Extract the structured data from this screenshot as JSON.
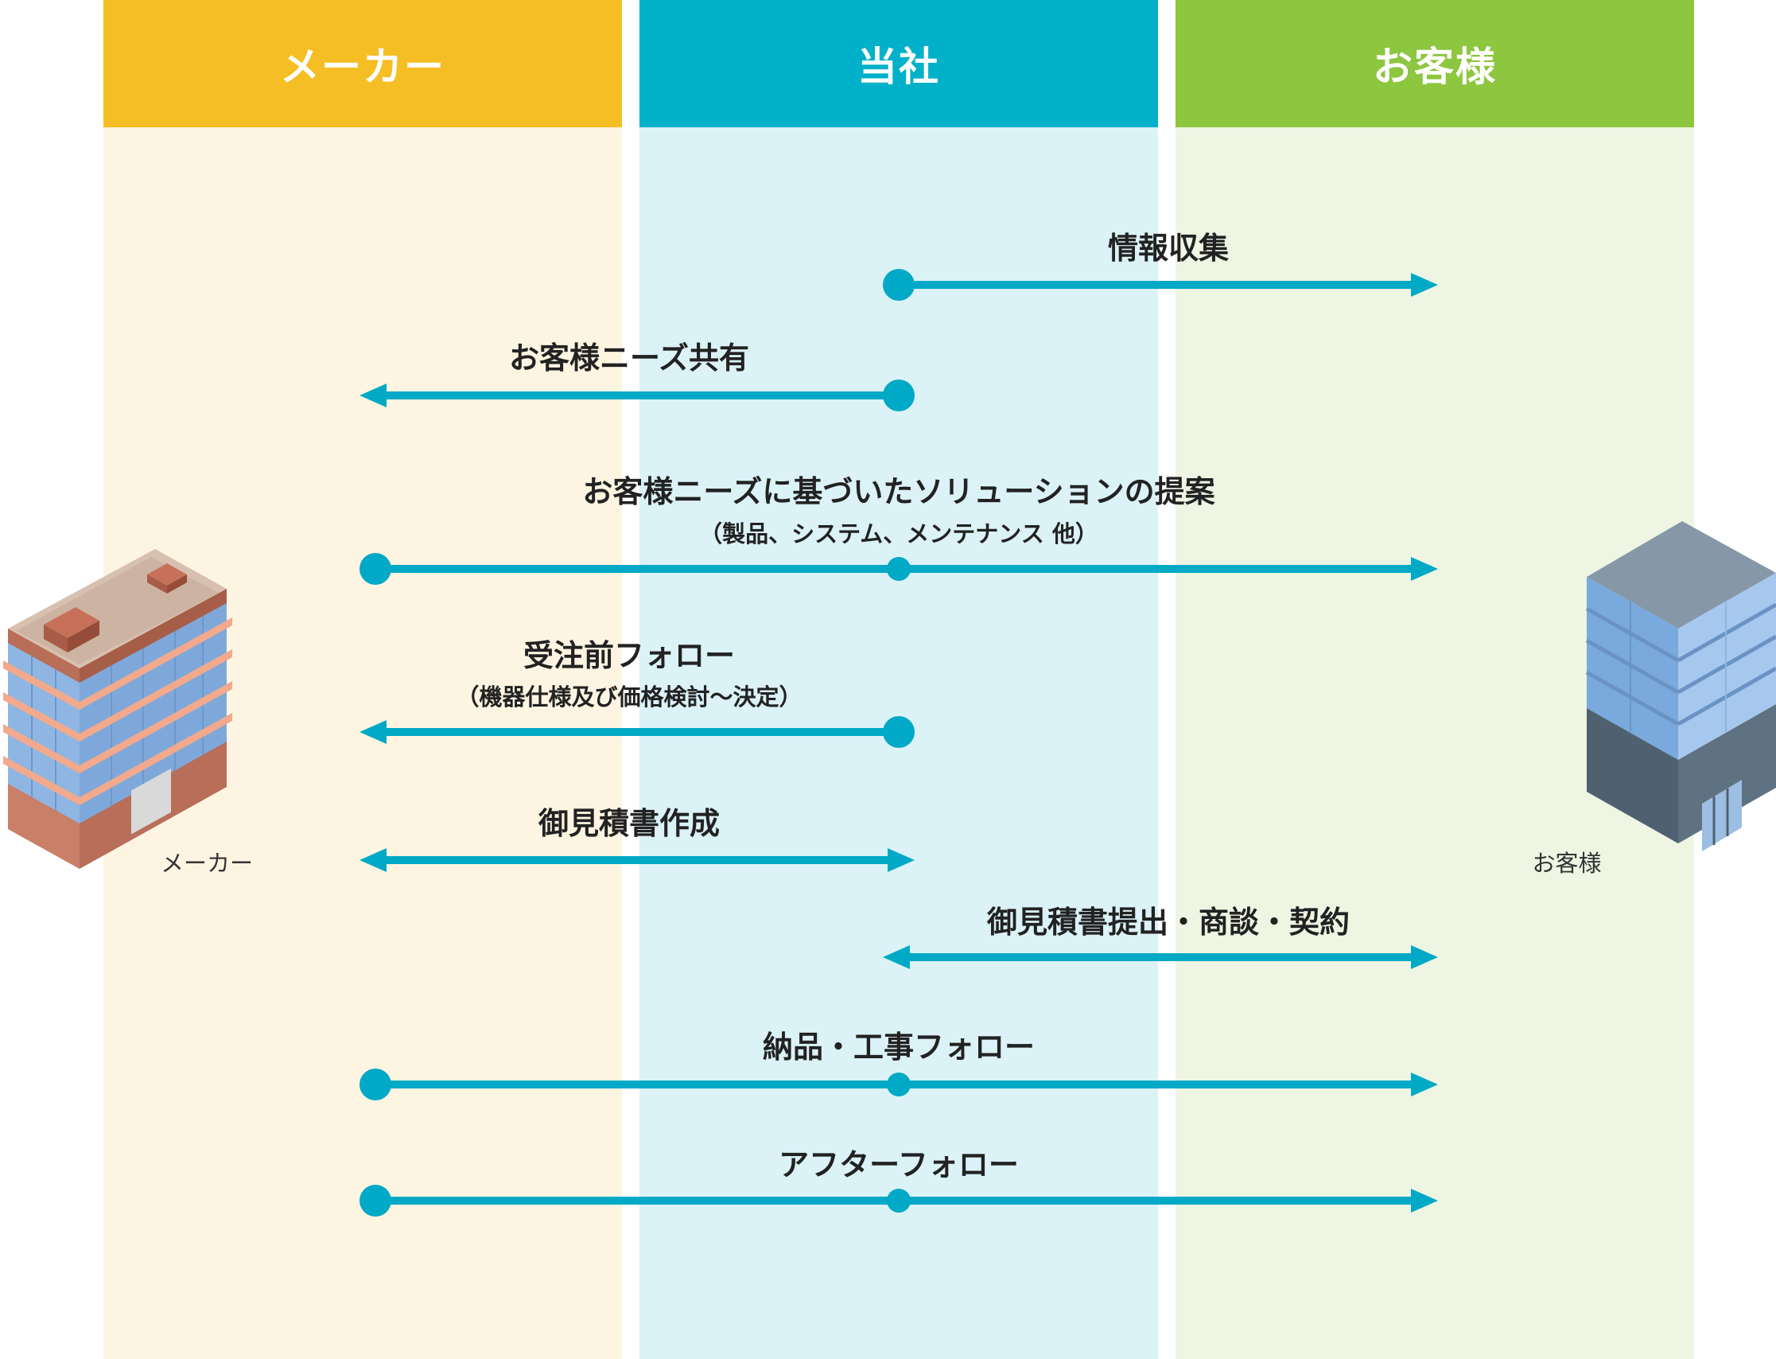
{
  "lanes": [
    {
      "key": "maker",
      "label": "メーカー",
      "header_color": "#F5BE24",
      "body_color": "#FDF5E2"
    },
    {
      "key": "company",
      "label": "当社",
      "header_color": "#00B1C9",
      "body_color": "#DBF2F7"
    },
    {
      "key": "customer",
      "label": "お客様",
      "header_color": "#8DC63F",
      "body_color": "#EEF5E3"
    }
  ],
  "arrow_color": "#00A9C5",
  "steps": [
    {
      "label": "情報収集",
      "sub": "",
      "from": "company",
      "to": "customer",
      "bidirectional": false
    },
    {
      "label": "お客様ニーズ共有",
      "sub": "",
      "from": "company",
      "to": "maker",
      "bidirectional": false
    },
    {
      "label": "お客様ニーズに基づいたソリューションの提案",
      "sub": "（製品、システム、メンテナンス 他）",
      "from": "maker",
      "to": "customer",
      "bidirectional": false
    },
    {
      "label": "受注前フォロー",
      "sub": "（機器仕様及び価格検討〜決定）",
      "from": "company",
      "to": "maker",
      "bidirectional": false
    },
    {
      "label": "御見積書作成",
      "sub": "",
      "from": "maker",
      "to": "company",
      "bidirectional": true
    },
    {
      "label": "御見積書提出・商談・契約",
      "sub": "",
      "from": "company",
      "to": "customer",
      "bidirectional": true
    },
    {
      "label": "納品・工事フォロー",
      "sub": "",
      "from": "maker",
      "to": "customer",
      "bidirectional": false
    },
    {
      "label": "アフターフォロー",
      "sub": "",
      "from": "maker",
      "to": "customer",
      "bidirectional": false
    }
  ],
  "buildings": {
    "maker_label": "メーカー",
    "customer_label": "お客様"
  }
}
